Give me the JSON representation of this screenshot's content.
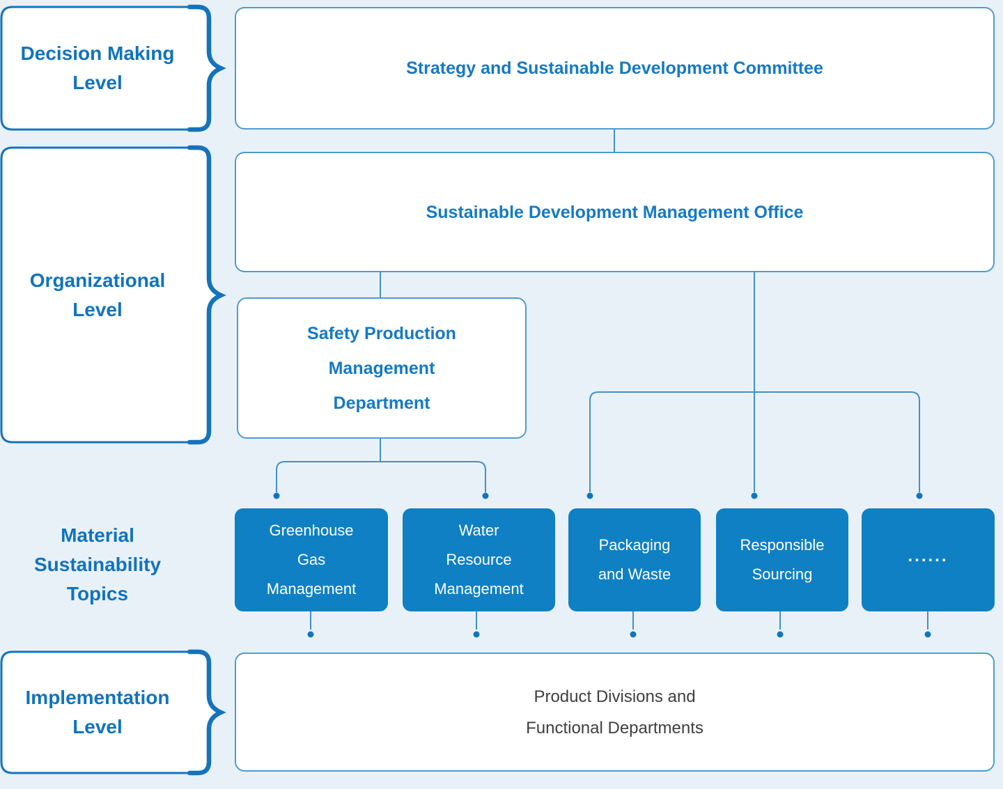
{
  "levels": {
    "decision": {
      "lines": [
        "Decision Making",
        "Level"
      ]
    },
    "organizational": {
      "lines": [
        "Organizational",
        "Level"
      ]
    },
    "material": {
      "lines": [
        "Material",
        "Sustainability",
        "Topics"
      ]
    },
    "implementation": {
      "lines": [
        "Implementation",
        "Level"
      ]
    }
  },
  "nodes": {
    "committee": {
      "label": "Strategy and Sustainable Development Committee"
    },
    "office": {
      "label": "Sustainable Development Management Office"
    },
    "safety": {
      "lines": [
        "Safety Production",
        "Management",
        "Department"
      ]
    },
    "product": {
      "lines": [
        "Product Divisions and",
        "Functional Departments"
      ]
    }
  },
  "topics": [
    {
      "lines": [
        "Greenhouse",
        "Gas",
        "Management"
      ]
    },
    {
      "lines": [
        "Water",
        "Resource",
        "Management"
      ]
    },
    {
      "lines": [
        "Packaging",
        "and Waste"
      ]
    },
    {
      "lines": [
        "Responsible",
        "Sourcing"
      ]
    },
    {
      "lines": [
        "......"
      ]
    }
  ],
  "colors": {
    "background": "#E9F1F8",
    "node_fill": "#FFFFFF",
    "node_border": "#4E9BCE",
    "accent_text": "#1579C4",
    "level_accent": "#1173BD",
    "brace": "#1473BC",
    "topic_fill": "#0F80C4",
    "topic_text": "#FFFFFF",
    "connector": "#4090CA",
    "dot": "#1075BE",
    "product_text": "#3E3E3E"
  }
}
